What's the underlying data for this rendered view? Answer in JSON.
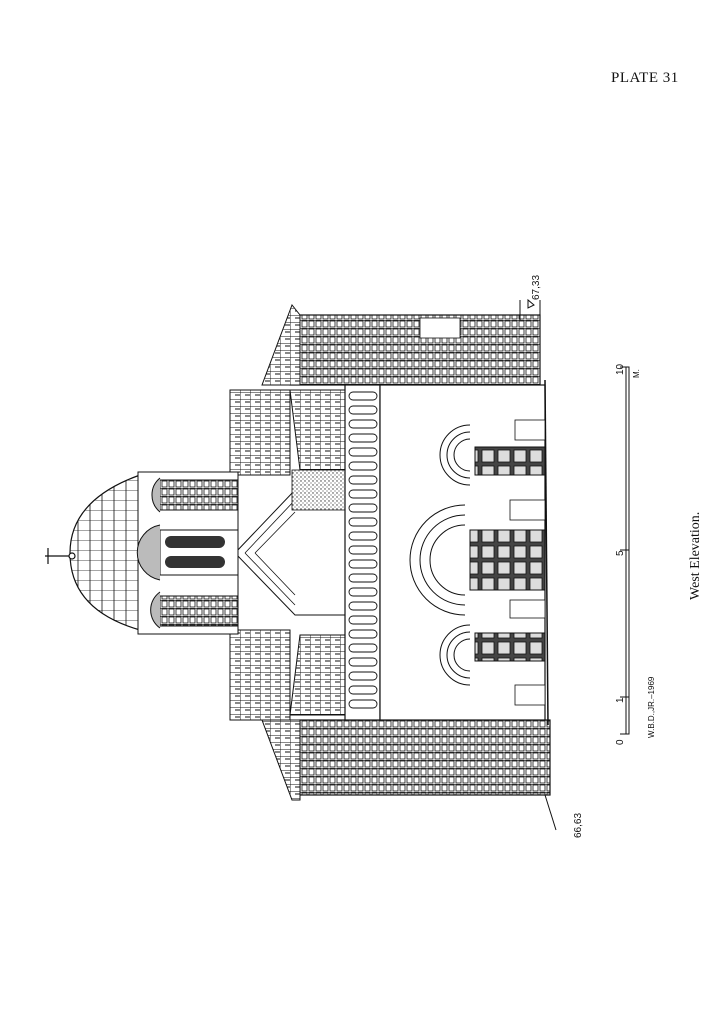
{
  "page": {
    "plate_label": "PLATE 31",
    "caption": "West Elevation.",
    "elevation_marks": {
      "top": "67,33",
      "bottom": "66,63"
    },
    "scale_bar": {
      "ticks": [
        "0",
        "1",
        "5",
        "10"
      ],
      "unit": "M.",
      "credit": "W.B.D.,JR.–1969"
    },
    "colors": {
      "ink": "#111111",
      "paper": "#ffffff",
      "hatch": "#555555"
    }
  }
}
